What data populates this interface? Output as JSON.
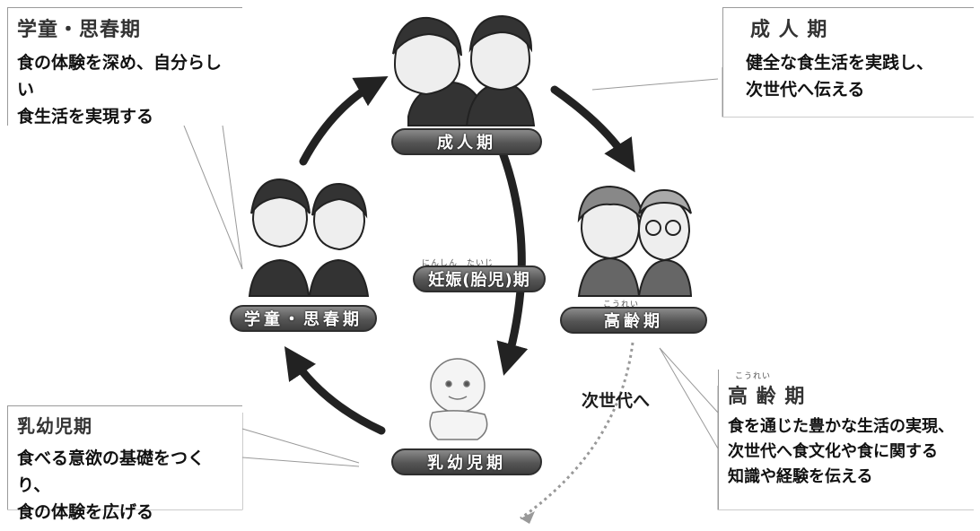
{
  "callouts": {
    "school": {
      "title": "学童・思春期",
      "lines": [
        "食の体験を深め、自分らしい",
        "食生活を実現する"
      ]
    },
    "adult": {
      "title": "成 人 期",
      "lines": [
        "健全な食生活を実践し、",
        "次世代へ伝える"
      ]
    },
    "infant": {
      "title": "乳幼児期",
      "lines": [
        "食べる意欲の基礎をつくり、",
        "食の体験を広げる"
      ]
    },
    "elderly": {
      "title": "高 齢 期",
      "ruby": "こうれい",
      "lines": [
        "食を通じた豊かな生活の実現、",
        "次世代へ食文化や食に関する",
        "知識や経験を伝える"
      ]
    }
  },
  "stages": {
    "adult": "成人期",
    "school": "学童・思春期",
    "pregnancy": "妊娠(胎児)期",
    "pregnancy_ruby": "にんしん　たいじ",
    "elderly": "高齢期",
    "elderly_ruby": "こうれい",
    "infant": "乳幼児期"
  },
  "next_generation": "次世代へ"
}
